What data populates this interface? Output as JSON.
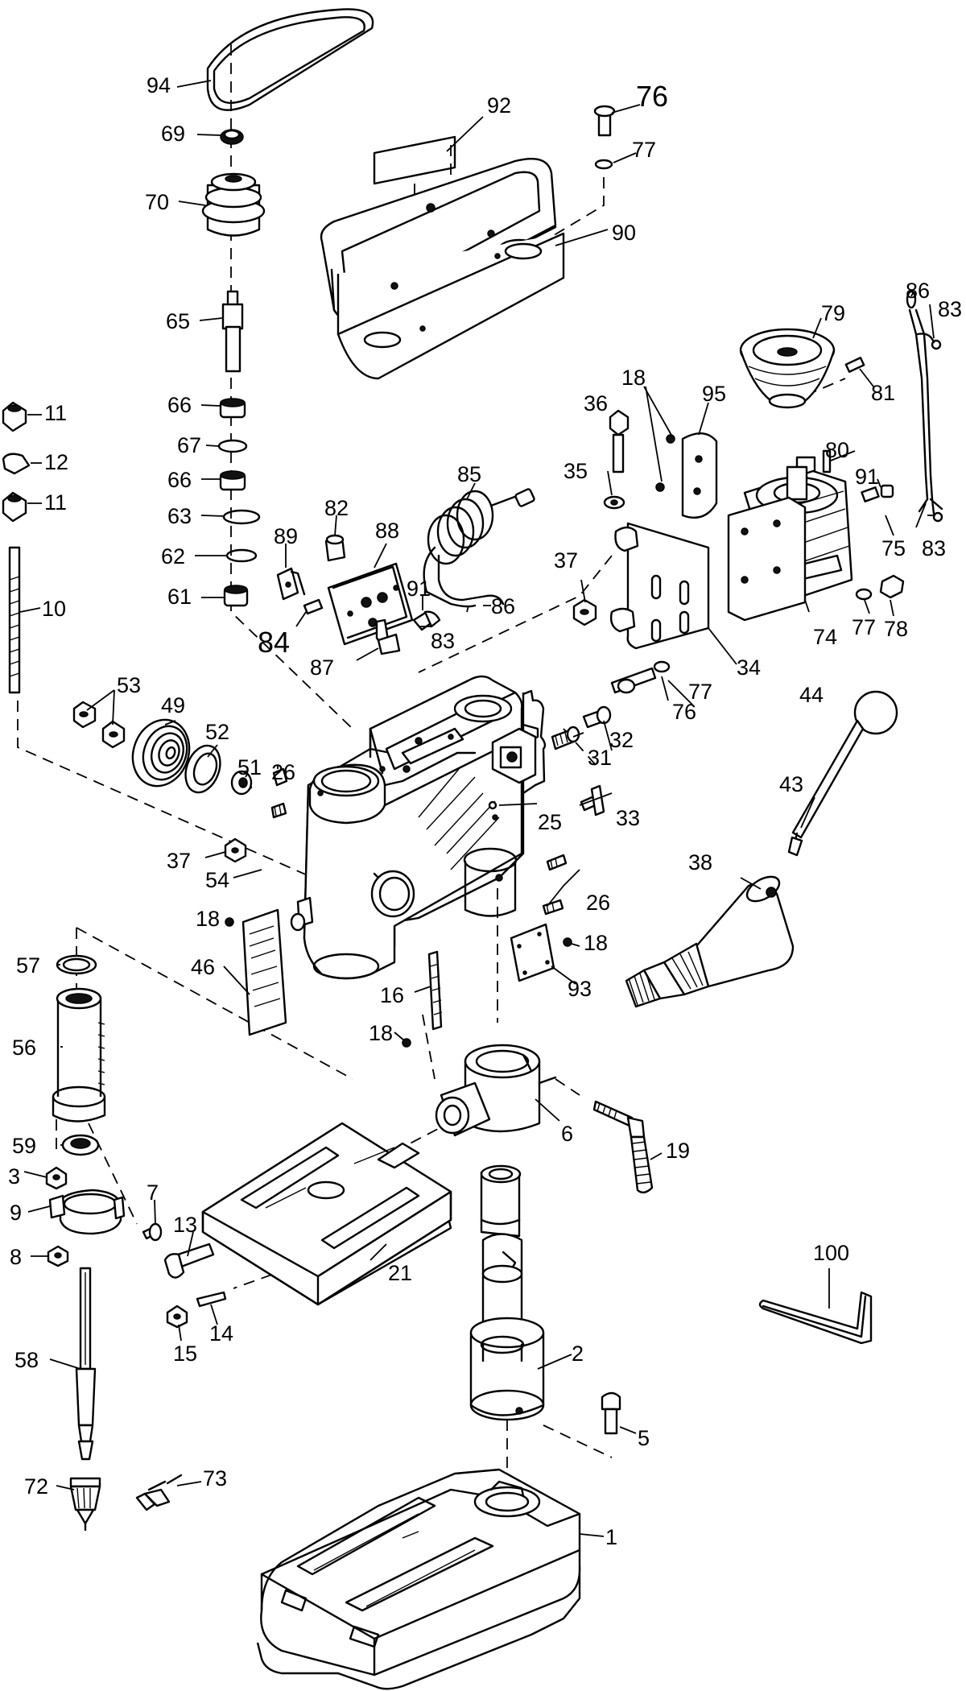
{
  "part_labels": [
    {
      "id": "p94",
      "text": "94"
    },
    {
      "id": "p69",
      "text": "69"
    },
    {
      "id": "p70",
      "text": "70"
    },
    {
      "id": "p65",
      "text": "65"
    },
    {
      "id": "p66a",
      "text": "66"
    },
    {
      "id": "p67",
      "text": "67"
    },
    {
      "id": "p66b",
      "text": "66"
    },
    {
      "id": "p63",
      "text": "63"
    },
    {
      "id": "p62",
      "text": "62"
    },
    {
      "id": "p61",
      "text": "61"
    },
    {
      "id": "p92",
      "text": "92"
    },
    {
      "id": "p76a",
      "text": "76"
    },
    {
      "id": "p77a",
      "text": "77"
    },
    {
      "id": "p90",
      "text": "90"
    },
    {
      "id": "p11a",
      "text": "11"
    },
    {
      "id": "p12",
      "text": "12"
    },
    {
      "id": "p11b",
      "text": "11"
    },
    {
      "id": "p10",
      "text": "10"
    },
    {
      "id": "p86a",
      "text": "86"
    },
    {
      "id": "p83a",
      "text": "83"
    },
    {
      "id": "p79",
      "text": "79"
    },
    {
      "id": "p81",
      "text": "81"
    },
    {
      "id": "p18a",
      "text": "18"
    },
    {
      "id": "p95",
      "text": "95"
    },
    {
      "id": "p36",
      "text": "36"
    },
    {
      "id": "p80",
      "text": "80"
    },
    {
      "id": "p35",
      "text": "35"
    },
    {
      "id": "p91a",
      "text": "91"
    },
    {
      "id": "p85",
      "text": "85"
    },
    {
      "id": "p75",
      "text": "75"
    },
    {
      "id": "p83b",
      "text": "83"
    },
    {
      "id": "p82",
      "text": "82"
    },
    {
      "id": "p89",
      "text": "89"
    },
    {
      "id": "p88",
      "text": "88"
    },
    {
      "id": "p37a",
      "text": "37"
    },
    {
      "id": "p91b",
      "text": "91"
    },
    {
      "id": "p86b",
      "text": "86"
    },
    {
      "id": "p84",
      "text": "84"
    },
    {
      "id": "p83c",
      "text": "83"
    },
    {
      "id": "p87",
      "text": "87"
    },
    {
      "id": "p74",
      "text": "74"
    },
    {
      "id": "p77b",
      "text": "77"
    },
    {
      "id": "p78",
      "text": "78"
    },
    {
      "id": "p34",
      "text": "34"
    },
    {
      "id": "p53",
      "text": "53"
    },
    {
      "id": "p49",
      "text": "49"
    },
    {
      "id": "p52",
      "text": "52"
    },
    {
      "id": "p51",
      "text": "51"
    },
    {
      "id": "p26a",
      "text": "26"
    },
    {
      "id": "p76b",
      "text": "76"
    },
    {
      "id": "p77c",
      "text": "77"
    },
    {
      "id": "p44",
      "text": "44"
    },
    {
      "id": "p32",
      "text": "32"
    },
    {
      "id": "p31",
      "text": "31"
    },
    {
      "id": "p43",
      "text": "43"
    },
    {
      "id": "p33",
      "text": "33"
    },
    {
      "id": "p25",
      "text": "25"
    },
    {
      "id": "p37b",
      "text": "37"
    },
    {
      "id": "p54",
      "text": "54"
    },
    {
      "id": "p38",
      "text": "38"
    },
    {
      "id": "p26b",
      "text": "26"
    },
    {
      "id": "p18b",
      "text": "18"
    },
    {
      "id": "p18c",
      "text": "18"
    },
    {
      "id": "p57",
      "text": "57"
    },
    {
      "id": "p46",
      "text": "46"
    },
    {
      "id": "p93",
      "text": "93"
    },
    {
      "id": "p16",
      "text": "16"
    },
    {
      "id": "p56",
      "text": "56"
    },
    {
      "id": "p18d",
      "text": "18"
    },
    {
      "id": "p6",
      "text": "6"
    },
    {
      "id": "p19",
      "text": "19"
    },
    {
      "id": "p59",
      "text": "59"
    },
    {
      "id": "p3",
      "text": "3"
    },
    {
      "id": "p7",
      "text": "7"
    },
    {
      "id": "p9",
      "text": "9"
    },
    {
      "id": "p13",
      "text": "13"
    },
    {
      "id": "p8",
      "text": "8"
    },
    {
      "id": "p21",
      "text": "21"
    },
    {
      "id": "p100",
      "text": "100"
    },
    {
      "id": "p14",
      "text": "14"
    },
    {
      "id": "p15",
      "text": "15"
    },
    {
      "id": "p58",
      "text": "58"
    },
    {
      "id": "p2",
      "text": "2"
    },
    {
      "id": "p5",
      "text": "5"
    },
    {
      "id": "p72",
      "text": "72"
    },
    {
      "id": "p73",
      "text": "73"
    },
    {
      "id": "p1",
      "text": "1"
    }
  ]
}
